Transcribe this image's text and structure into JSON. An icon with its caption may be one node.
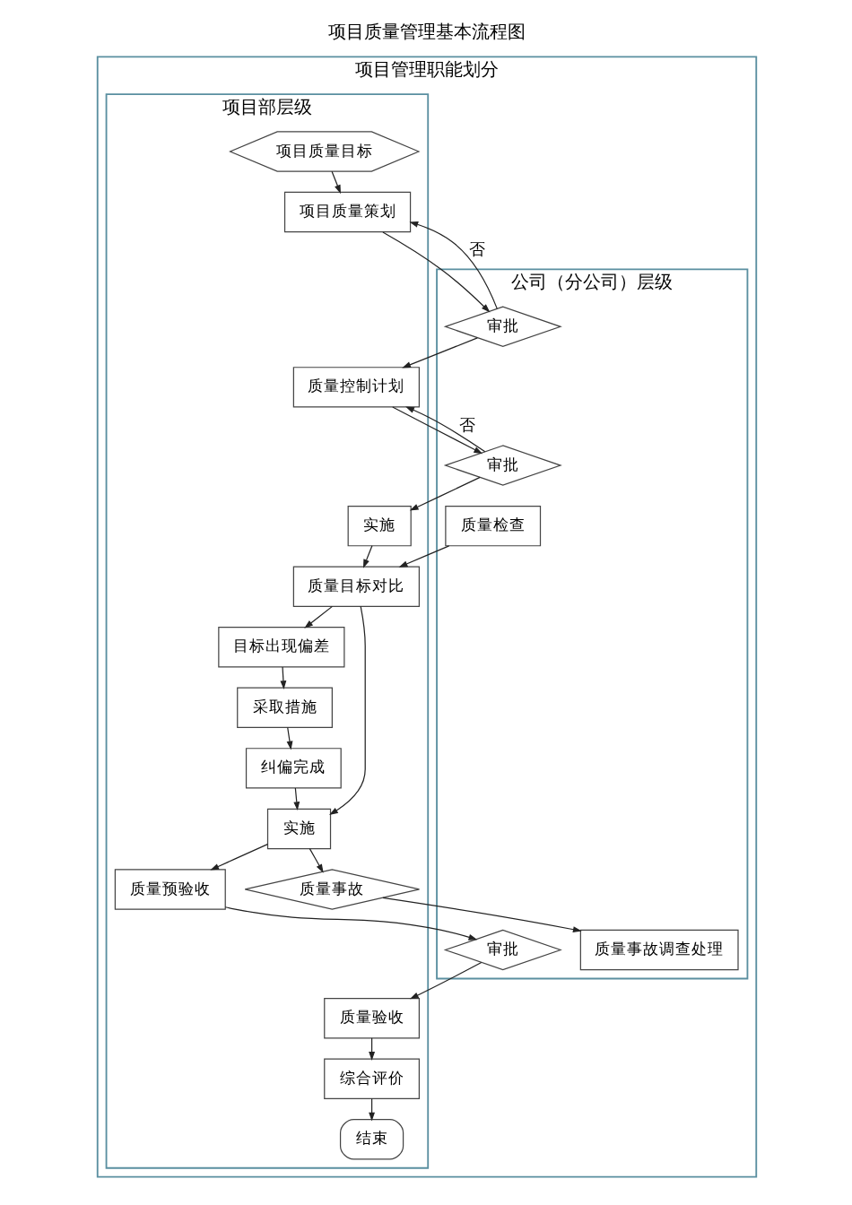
{
  "diagram": {
    "title": "项目质量管理基本流程图",
    "nodes": [
      {
        "text": [
          "项目管理职能划分"
        ]
      },
      {
        "text": [
          "项目部层级"
        ],
        "in": 0
      },
      {
        "text": [
          "公司（分公司）层级"
        ],
        "in": 0
      },
      {
        "text": [
          "项目质量目标"
        ],
        "in": 1
      },
      {
        "text": [
          "项目质量策划"
        ],
        "in": 1
      },
      {
        "text": [
          "审批"
        ],
        "in": 2
      },
      {
        "text": [
          "质量控制计划"
        ],
        "in": 1
      },
      {
        "text": [
          "审批"
        ],
        "in": 2
      },
      {
        "text": [
          "实施"
        ],
        "in": 1
      },
      {
        "text": [
          "质量目标对比"
        ],
        "in": 1
      },
      {
        "text": [
          "质量检查"
        ],
        "in": 2
      },
      {
        "text": [
          "目标出现偏差"
        ],
        "in": 1
      },
      {
        "text": [
          "采取措施"
        ],
        "in": 1
      },
      {
        "text": [
          "纠偏完成"
        ],
        "in": 1
      },
      {
        "text": [
          "实施"
        ],
        "in": 1
      },
      {
        "text": [
          "质量事故"
        ],
        "in": 1
      },
      {
        "text": [
          "质量事故调查处理"
        ],
        "in": 2
      },
      {
        "text": [
          "质量预验收"
        ],
        "in": 1
      },
      {
        "text": [
          "审批"
        ],
        "in": 2
      },
      {
        "text": [
          "质量验收"
        ],
        "in": 1
      },
      {
        "text": [
          "综合评价"
        ],
        "in": 1
      },
      {
        "text": [
          "结束"
        ],
        "in": 1
      }
    ],
    "edges": [
      {
        "from": 3,
        "to": 4,
        "arrow": "to"
      },
      {
        "from": 4,
        "to": 5,
        "arrow": "to"
      },
      {
        "from": 5,
        "to": 4,
        "arrow": "to",
        "label": "否"
      },
      {
        "from": 5,
        "to": 6,
        "arrow": "to"
      },
      {
        "from": 6,
        "to": 7,
        "arrow": "to"
      },
      {
        "from": 7,
        "to": 6,
        "arrow": "to",
        "label": "否"
      },
      {
        "from": 7,
        "to": 8,
        "arrow": "to"
      },
      {
        "from": 8,
        "to": 9,
        "arrow": "to"
      },
      {
        "from": 10,
        "to": 9,
        "arrow": "to"
      },
      {
        "from": 9,
        "to": 11,
        "arrow": "to"
      },
      {
        "from": 11,
        "to": 12,
        "arrow": "to"
      },
      {
        "from": 12,
        "to": 13,
        "arrow": "to"
      },
      {
        "from": 13,
        "to": 14,
        "arrow": "to"
      },
      {
        "from": 9,
        "to": 14,
        "arrow": "to"
      },
      {
        "from": 14,
        "to": 15,
        "arrow": "to"
      },
      {
        "from": 15,
        "to": 16,
        "arrow": "to"
      },
      {
        "from": 14,
        "to": 17,
        "arrow": "to"
      },
      {
        "from": 17,
        "to": 18,
        "arrow": "to"
      },
      {
        "from": 18,
        "to": 19,
        "arrow": "to"
      },
      {
        "from": 19,
        "to": 20,
        "arrow": "to"
      },
      {
        "from": 20,
        "to": 21,
        "arrow": "to"
      }
    ]
  }
}
